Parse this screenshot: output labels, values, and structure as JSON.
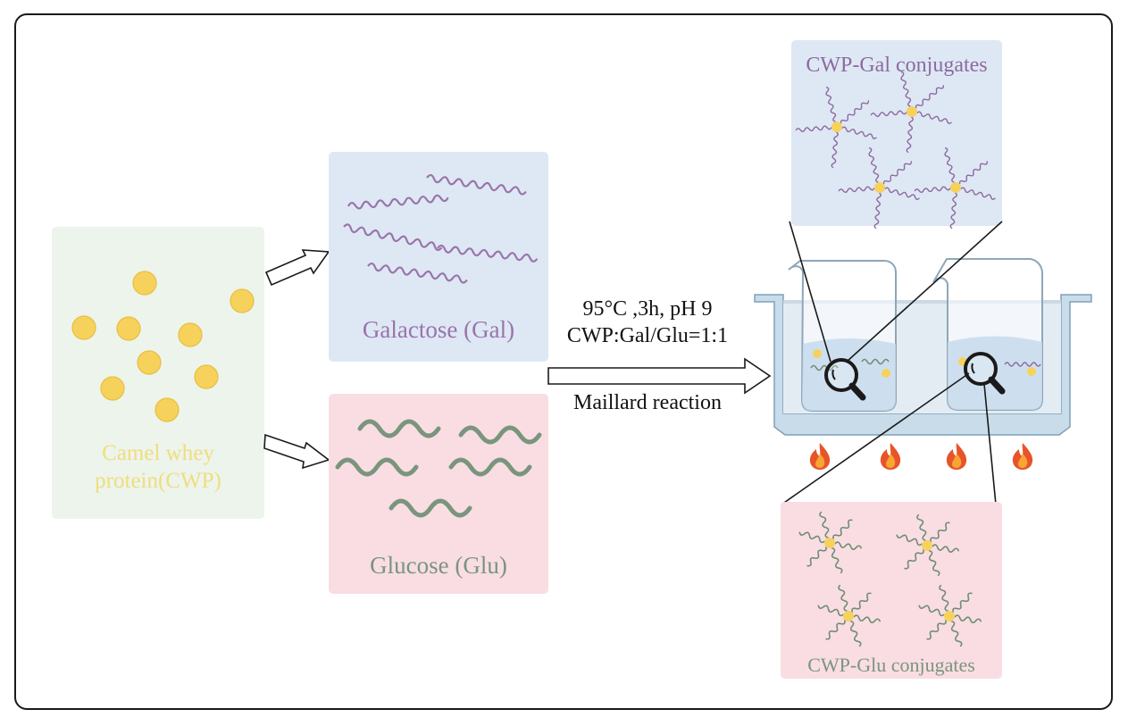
{
  "panels": {
    "cwp": {
      "line1": "Camel whey",
      "line2": "protein(CWP)"
    },
    "galactose": {
      "label": "Galactose (Gal)"
    },
    "glucose": {
      "label": "Glucose (Glu)"
    },
    "gal_conjugates": {
      "label": "CWP-Gal conjugates"
    },
    "glu_conjugates": {
      "label": "CWP-Glu conjugates"
    }
  },
  "conditions": {
    "line1": "95°C ,3h, pH 9",
    "line2": "CWP:Gal/Glu=1:1",
    "reaction": "Maillard reaction"
  },
  "colors": {
    "cwp_panel": "#ecf4ec",
    "gal_panel": "#dde8f4",
    "glu_panel": "#f9dde3",
    "protein_dot": "#f6d25d",
    "galactose_strand": "#9a74aa",
    "glucose_strand": "#7a957d",
    "water_bath": "#c9dcea"
  },
  "icons": [
    "magnifier-icon",
    "flame-icon",
    "beaker-icon"
  ]
}
